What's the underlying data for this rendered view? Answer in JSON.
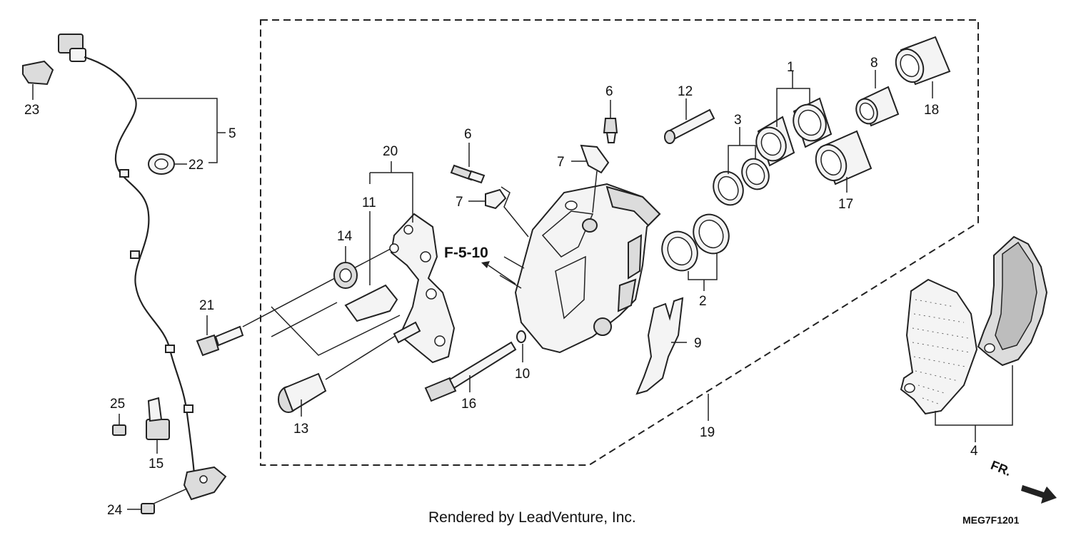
{
  "diagram": {
    "callouts": [
      {
        "id": "c1",
        "text": "1"
      },
      {
        "id": "c2",
        "text": "2"
      },
      {
        "id": "c3",
        "text": "3"
      },
      {
        "id": "c4",
        "text": "4"
      },
      {
        "id": "c5",
        "text": "5"
      },
      {
        "id": "c6a",
        "text": "6"
      },
      {
        "id": "c6b",
        "text": "6"
      },
      {
        "id": "c7a",
        "text": "7"
      },
      {
        "id": "c7b",
        "text": "7"
      },
      {
        "id": "c8",
        "text": "8"
      },
      {
        "id": "c9",
        "text": "9"
      },
      {
        "id": "c10",
        "text": "10"
      },
      {
        "id": "c11",
        "text": "11"
      },
      {
        "id": "c12",
        "text": "12"
      },
      {
        "id": "c13",
        "text": "13"
      },
      {
        "id": "c14",
        "text": "14"
      },
      {
        "id": "c15",
        "text": "15"
      },
      {
        "id": "c16",
        "text": "16"
      },
      {
        "id": "c17",
        "text": "17"
      },
      {
        "id": "c18",
        "text": "18"
      },
      {
        "id": "c19",
        "text": "19"
      },
      {
        "id": "c20",
        "text": "20"
      },
      {
        "id": "c21",
        "text": "21"
      },
      {
        "id": "c22",
        "text": "22"
      },
      {
        "id": "c23",
        "text": "23"
      },
      {
        "id": "c24",
        "text": "24"
      },
      {
        "id": "c25",
        "text": "25"
      }
    ],
    "reference": "F-5-10",
    "direction": "FR.",
    "credit": "Rendered by LeadVenture, Inc.",
    "diagram_code": "MEG7F1201"
  }
}
